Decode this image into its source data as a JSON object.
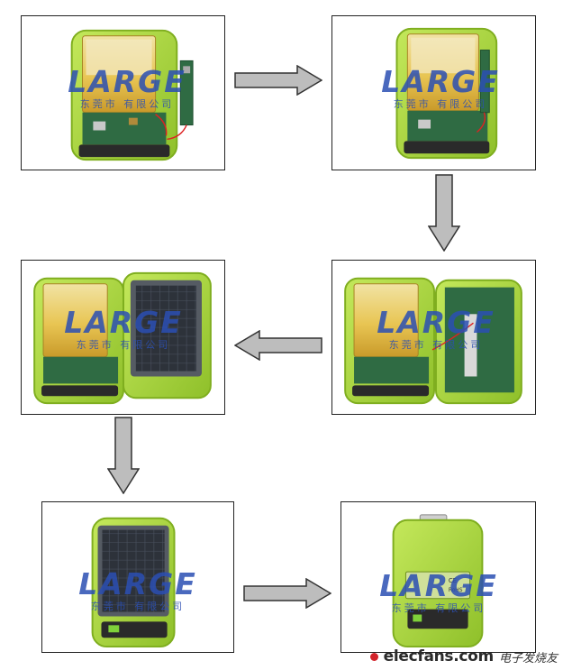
{
  "watermark": {
    "brand": "LARGE",
    "company": "东莞市 有限公司"
  },
  "steps": [
    {
      "id": 1,
      "label": "battery module with circuit board"
    },
    {
      "id": 2,
      "label": "circuit board inserted"
    },
    {
      "id": 3,
      "label": "solar panel back plate"
    },
    {
      "id": 4,
      "label": "solar panel cover attached"
    },
    {
      "id": 5,
      "label": "assembled front"
    },
    {
      "id": 6,
      "label": "assembled back"
    }
  ],
  "product_label": {
    "line1": "CE",
    "line2": "RoHS"
  },
  "footer": {
    "site": "elecfans.com",
    "tagline": "电子发烧友"
  },
  "colors": {
    "casing": "#a9d63a",
    "casing_dark": "#7fae1f",
    "battery": "#e9c861",
    "pcb": "#2f6b43",
    "solar": "#3a3f47",
    "arrow_fill": "#bdbdbd",
    "arrow_stroke": "#333333",
    "watermark_blue": "#2b4fb3",
    "watermark_orange": "#f08a1c"
  }
}
